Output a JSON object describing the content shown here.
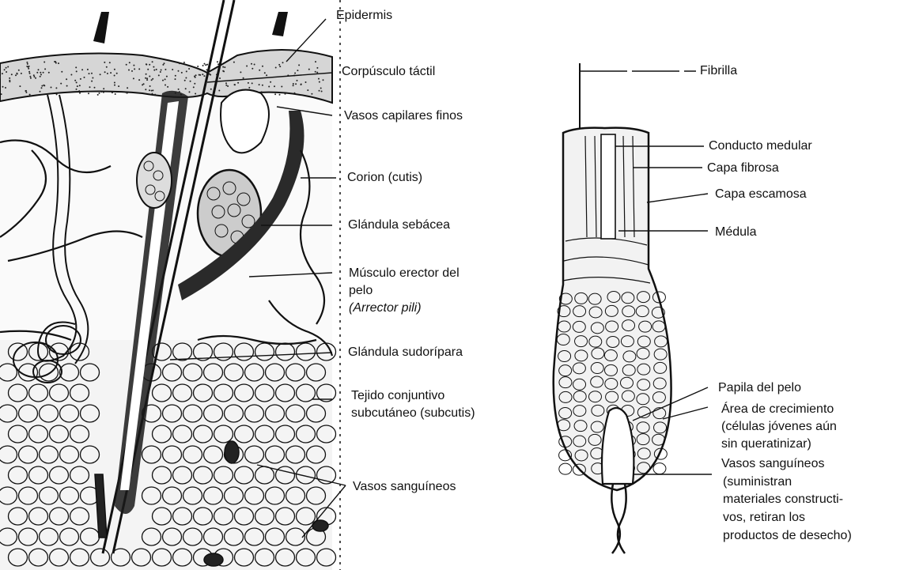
{
  "colors": {
    "ink": "#111111",
    "paper": "#ffffff",
    "tissue": "#e9e9e9"
  },
  "left_diagram": {
    "labels": {
      "epidermis": "Epidermis",
      "corpusculo": "Corpúsculo táctil",
      "vasos_capilares": "Vasos capilares finos",
      "corion": "Corion (cutis)",
      "glandula_sebacea": "Glándula sebácea",
      "musculo_1": "Músculo erector del",
      "musculo_2": "pelo",
      "musculo_3": "(Arrector pili)",
      "glandula_sudoripara": "Glándula sudorípara",
      "tejido_1": "Tejido conjuntivo",
      "tejido_2": "subcutáneo (subcutis)",
      "vasos_sanguineos": "Vasos sanguíneos"
    }
  },
  "right_diagram": {
    "labels": {
      "fibrilla": "Fibrilla",
      "conducto_medular": "Conducto medular",
      "capa_fibrosa": "Capa fibrosa",
      "capa_escamosa": "Capa escamosa",
      "medula": "Médula",
      "papila": "Papila del pelo",
      "area_1": "Área de crecimiento",
      "area_2": "(células jóvenes aún",
      "area_3": "sin queratinizar)",
      "vasos_1": "Vasos sanguíneos",
      "vasos_2": "(suministran",
      "vasos_3": "materiales constructi-",
      "vasos_4": "vos, retiran los",
      "vasos_5": "productos de desecho)"
    }
  }
}
